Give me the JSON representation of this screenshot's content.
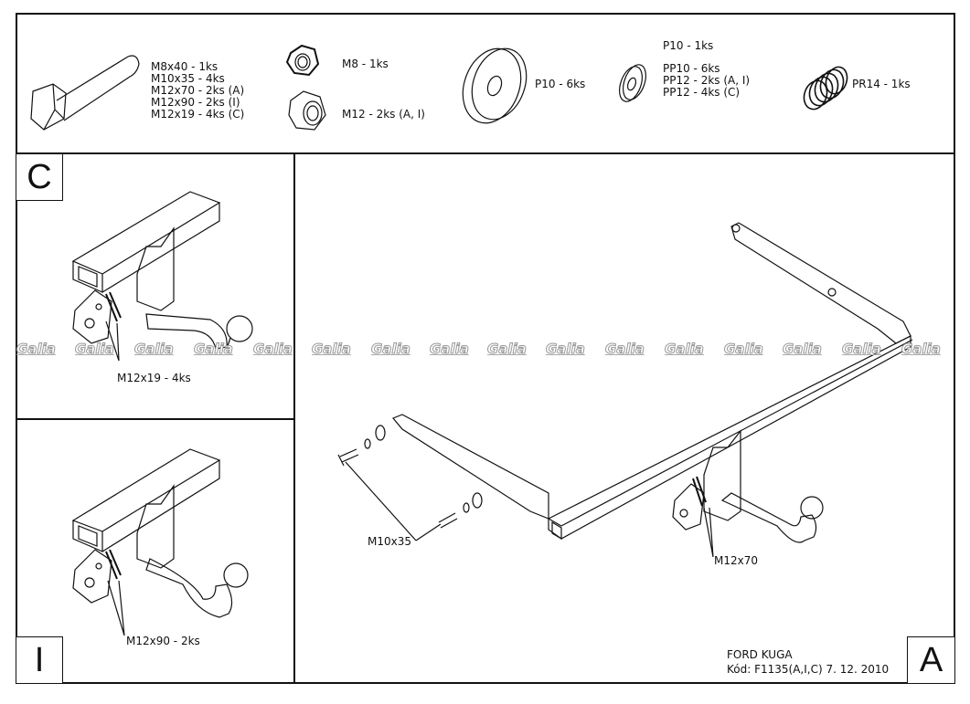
{
  "parts": {
    "bolts": [
      "M8x40 - 1ks",
      "M10x35 - 4ks",
      "M12x70 - 2ks (A)",
      "M12x90 - 2ks (I)",
      "M12x19 - 4ks (C)"
    ],
    "nut_m8": "M8 - 1ks",
    "nut_m12": "M12 - 2ks (A, I)",
    "washer_big": "P10 - 6ks",
    "washer_top": "P10 - 1ks",
    "washers_small": [
      "PP10 - 6ks",
      "PP12 - 2ks (A, I)",
      "PP12 - 4ks (C)"
    ],
    "spring": "PR14 - 1ks"
  },
  "panels": {
    "c": {
      "letter": "C",
      "callout": "M12x19 - 4ks"
    },
    "i": {
      "letter": "I",
      "callout": "M12x90 - 2ks"
    },
    "a": {
      "letter": "A",
      "callout_bolt": "M12x70",
      "callout_side": "M10x35"
    }
  },
  "title_block": {
    "vehicle": "FORD KUGA",
    "code": "Kód: F1135(A,I,C)  7. 12. 2010"
  },
  "watermark": "Galia"
}
